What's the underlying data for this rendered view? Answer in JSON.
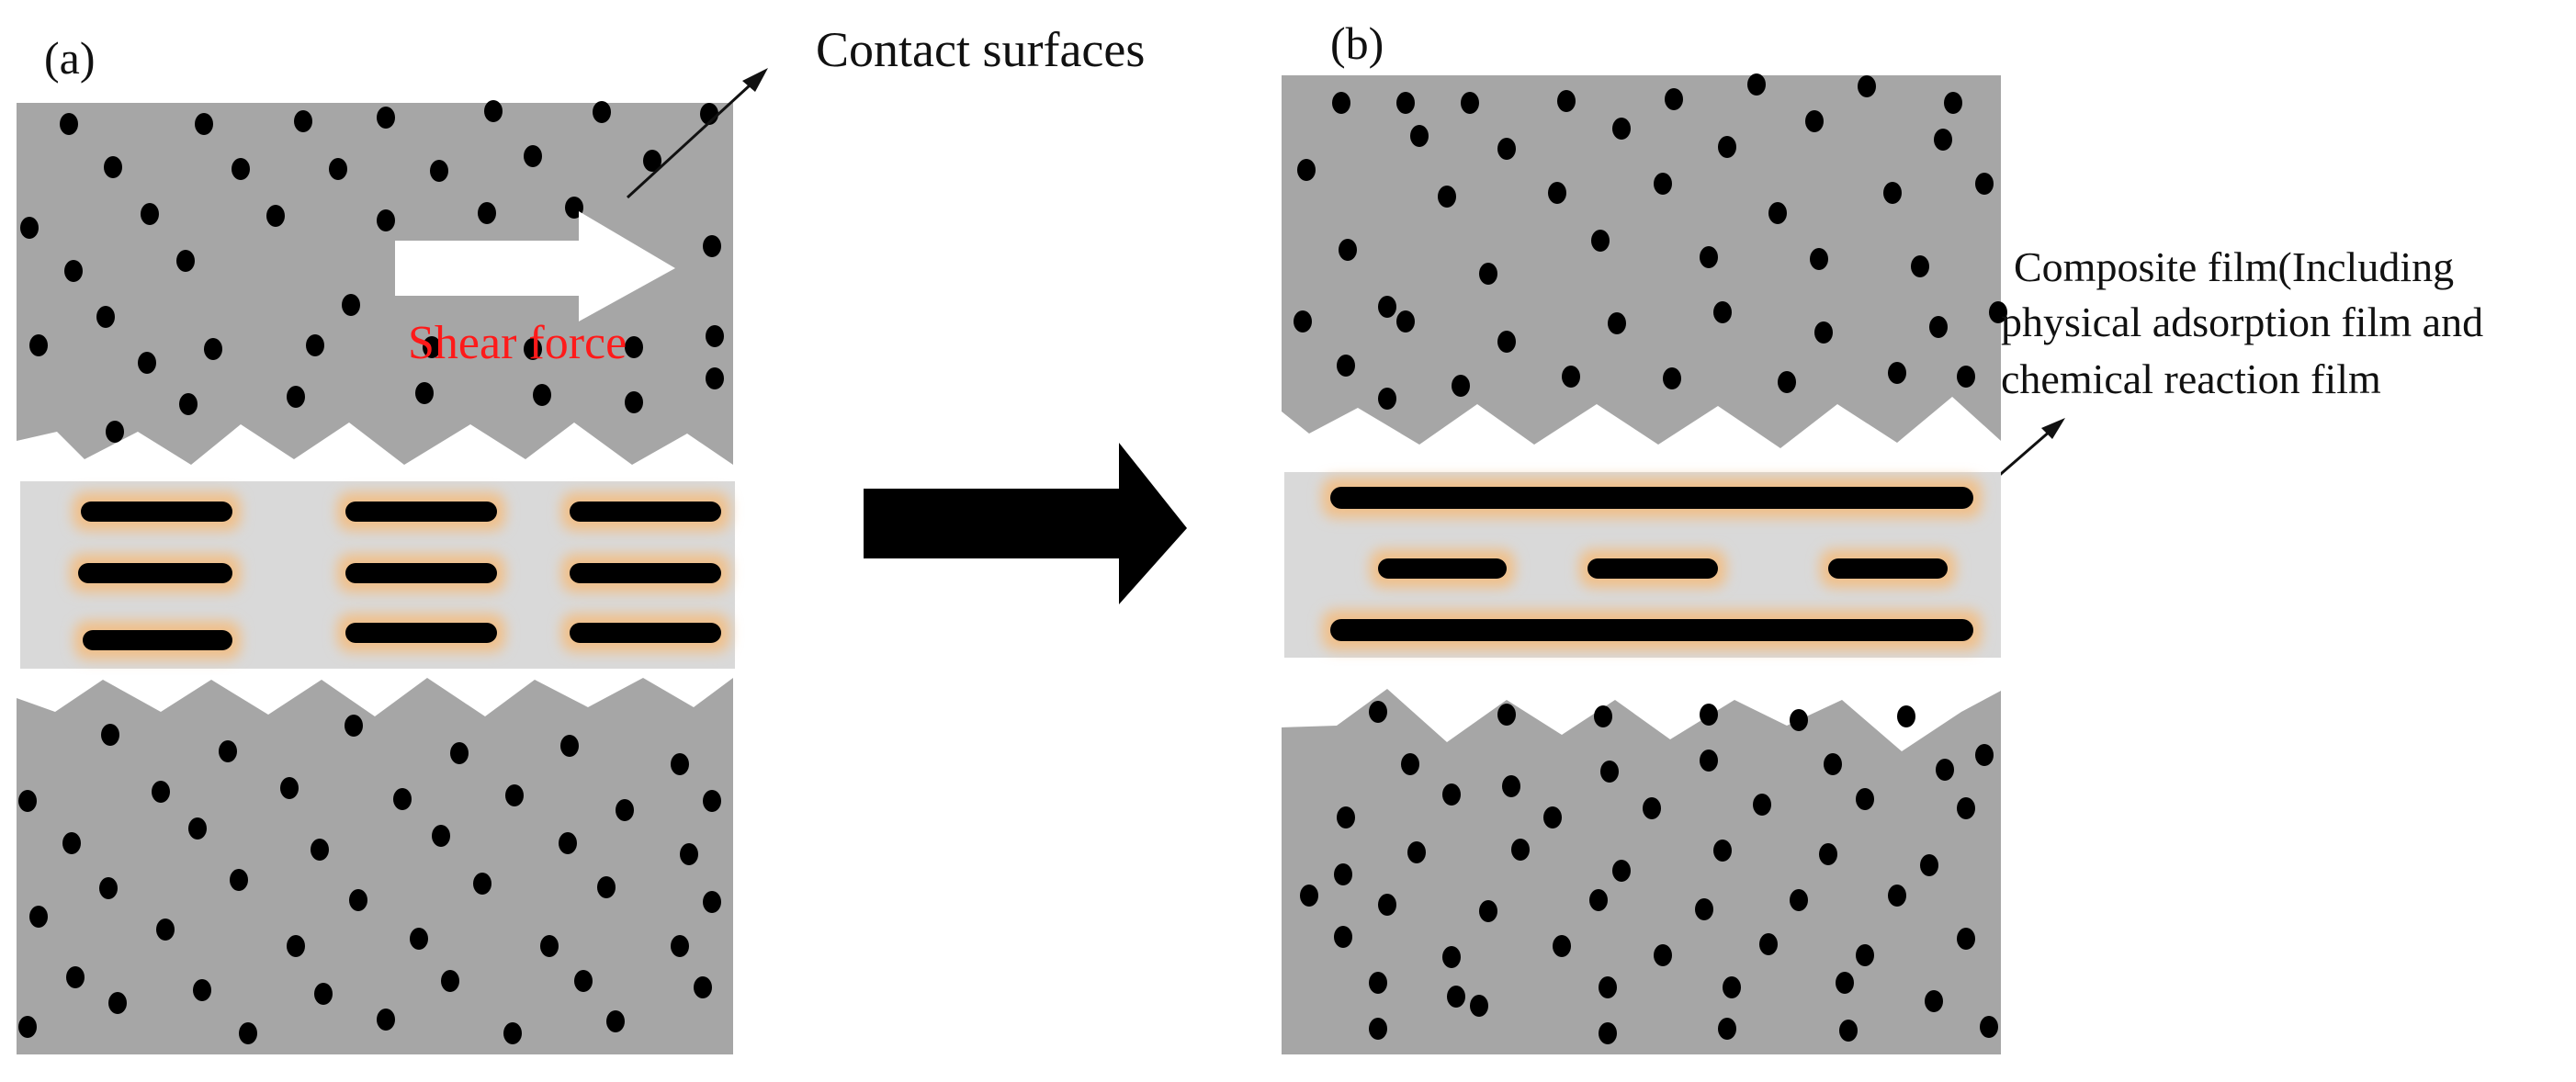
{
  "panel_a": {
    "label": "(a)",
    "annotation": "Contact surfaces",
    "force_label": "Shear force"
  },
  "panel_b": {
    "label": "(b)",
    "annotation": {
      "lines": [
        "Composite film(Including",
        "physical adsorption film and",
        "chemical reaction film"
      ]
    }
  },
  "colors": {
    "substrate": "#a6a6a6",
    "lubricant_layer": "#d9d9d9",
    "particle": "#000000",
    "film_glow": "#f0c08a",
    "force_text": "#ff1a1a",
    "transition_arrow": "#000000"
  }
}
